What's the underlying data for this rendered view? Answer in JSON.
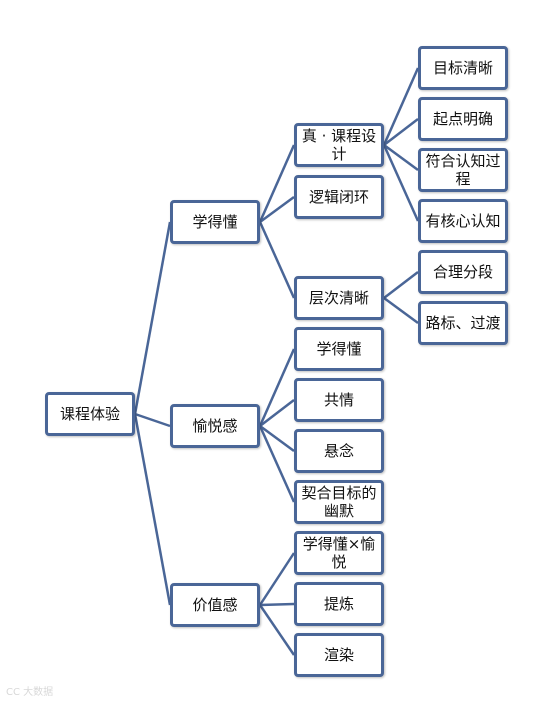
{
  "diagram": {
    "root": "课程体验",
    "level1": [
      "学得懂",
      "愉悦感",
      "价值感"
    ],
    "level2": {
      "xuededong": [
        "真 · 课程设计",
        "逻辑闭环",
        "层次清晰"
      ],
      "yuyuegan": [
        "学得懂",
        "共情",
        "悬念",
        "契合目标的幽默"
      ],
      "jiazhigan": [
        "学得懂×愉悦",
        "提炼",
        "渲染"
      ]
    },
    "level3": {
      "kechengsheji": [
        "目标清晰",
        "起点明确",
        "符合认知过程",
        "有核心认知"
      ],
      "cengciqingxi": [
        "合理分段",
        "路标、过渡"
      ]
    },
    "line_color": "#4a6697"
  },
  "watermark": "CC 大数据"
}
